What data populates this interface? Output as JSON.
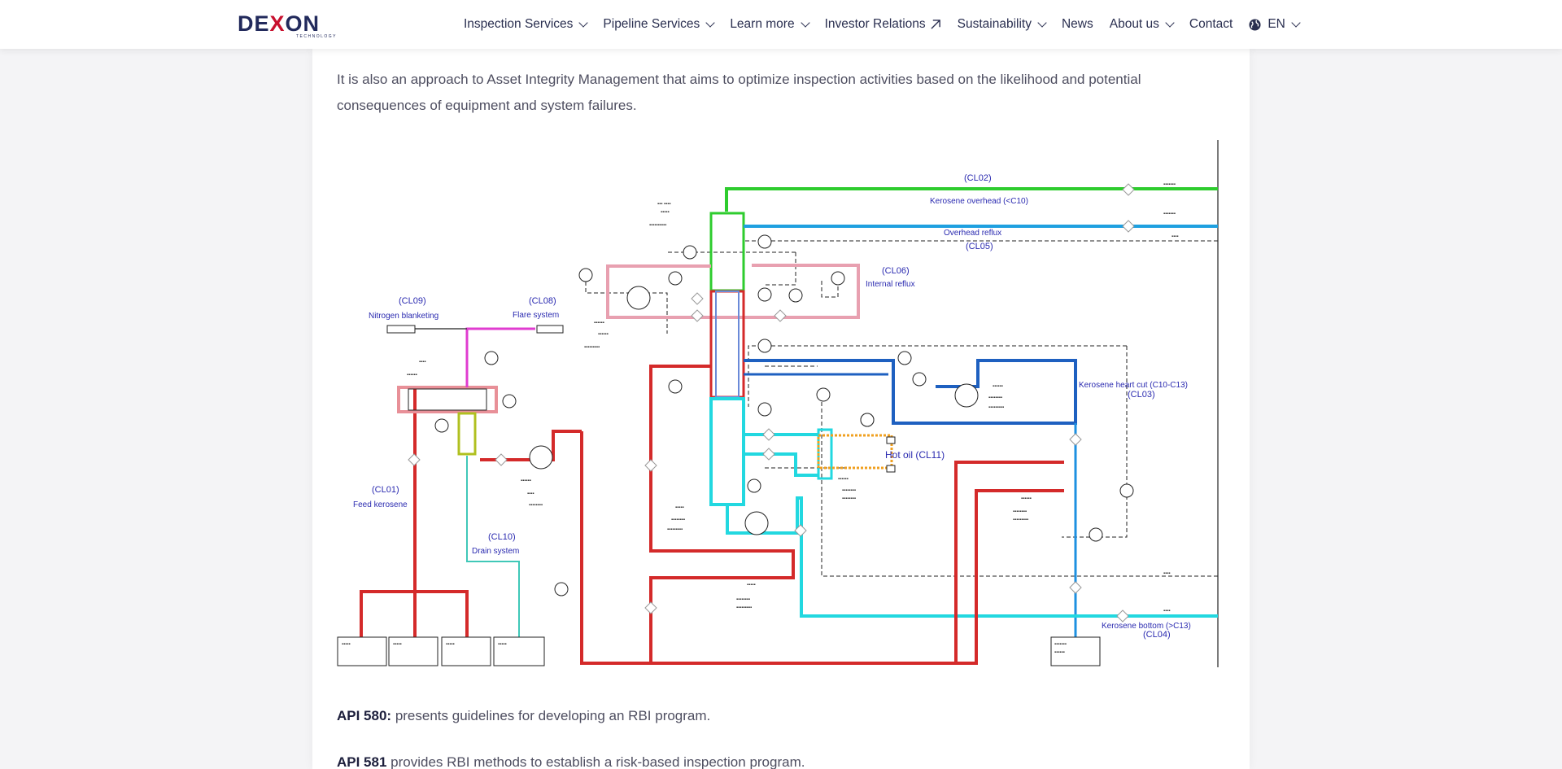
{
  "brand": {
    "logo_text": "DEXON",
    "logo_subtext": "TECHNOLOGY",
    "accent_color": "#c8102e",
    "navy_color": "#222a5c"
  },
  "nav": {
    "items": [
      {
        "label": "Inspection Services",
        "dropdown": true
      },
      {
        "label": "Pipeline Services",
        "dropdown": true
      },
      {
        "label": "Learn more",
        "dropdown": true
      },
      {
        "label": "Investor Relations",
        "external": true
      },
      {
        "label": "Sustainability",
        "dropdown": true
      },
      {
        "label": "News"
      },
      {
        "label": "About us",
        "dropdown": true
      },
      {
        "label": "Contact"
      }
    ],
    "language": "EN"
  },
  "content": {
    "intro": "It is also an approach to Asset Integrity Management that aims to optimize inspection activities based on the likelihood and potential consequences of equipment and system failures.",
    "diagram_labels": {
      "cl02": "(CL02)",
      "kerosene_overhead": "Kerosene overhead (<C10)",
      "overhead_reflux": "Overhead reflux",
      "cl05": "(CL05)",
      "cl06": "(CL06)",
      "internal_reflux": "Internal reflux",
      "cl09": "(CL09)",
      "nitrogen": "Nitrogen blanketing",
      "cl08": "(CL08)",
      "flare": "Flare system",
      "heart_cut": "Kerosene heart cut  (C10-C13)",
      "cl03": "(CL03)",
      "hot_oil": "Hot oil (CL11)",
      "cl01": "(CL01)",
      "feed": "Feed kerosene",
      "cl10": "(CL10)",
      "drain": "Drain system",
      "bottom": "Kerosene bottom (>C13)",
      "cl04": "(CL04)"
    },
    "api580_term": "API 580:",
    "api580_text": " presents guidelines for developing an RBI program.",
    "api581_term": "API 581",
    "api581_text": " provides RBI methods to establish a risk-based inspection program."
  }
}
